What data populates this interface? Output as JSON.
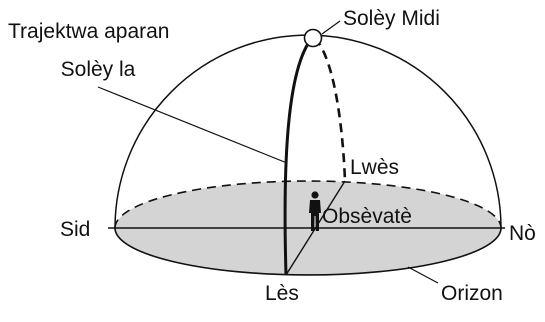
{
  "labels": {
    "apparent_path_line1": "Trajektwa aparan",
    "apparent_path_line2": "Solèy la",
    "solar_noon": "Solèy Midi",
    "west": "Lwès",
    "south": "Sid",
    "observer": "Obsèvatè",
    "north": "Nò",
    "east": "Lès",
    "horizon": "Orizon"
  },
  "colors": {
    "horizon_fill": "#d4d4d4",
    "line": "#111111",
    "background": "#ffffff"
  }
}
